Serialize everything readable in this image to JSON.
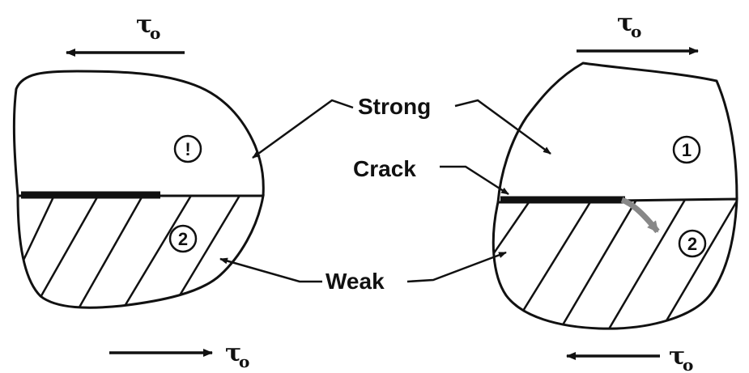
{
  "labels": {
    "strong": "Strong",
    "crack": "Crack",
    "weak": "Weak"
  },
  "stress": {
    "symbol": "τ",
    "subscript": "o"
  },
  "materials": {
    "left": {
      "upper_number": "!",
      "lower_number": "2"
    },
    "right": {
      "upper_number": "1",
      "lower_number": "2"
    }
  },
  "colors": {
    "ink": "#111111",
    "paper": "#ffffff",
    "crack_grey": "#888888"
  }
}
